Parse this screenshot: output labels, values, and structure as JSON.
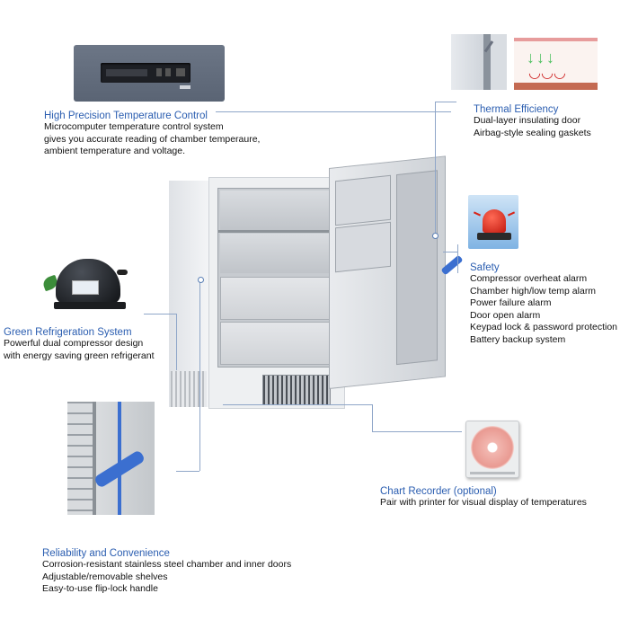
{
  "features": {
    "temp_control": {
      "title": "High Precision Temperature Control",
      "lines": [
        "Microcomputer temperature control system",
        "gives you accurate reading of chamber temperaure,",
        "ambient temperature and voltage."
      ]
    },
    "thermal": {
      "title": "Thermal Efficiency",
      "lines": [
        "Dual-layer insulating door",
        "Airbag-style sealing gaskets"
      ]
    },
    "safety": {
      "title": "Safety",
      "lines": [
        "Compressor overheat alarm",
        "Chamber high/low temp alarm",
        "Power failure alarm",
        "Door open alarm",
        "Keypad lock & password protection",
        "Battery backup system"
      ]
    },
    "refrigeration": {
      "title": "Green Refrigeration System",
      "lines": [
        "Powerful dual compressor design",
        "with energy saving green refrigerant"
      ]
    },
    "chart_recorder": {
      "title": "Chart Recorder (optional)",
      "lines": [
        "Pair with printer for visual display of temperatures"
      ]
    },
    "reliability": {
      "title": "Reliability and Convenience",
      "lines": [
        "Corrosion-resistant stainless steel chamber and inner doors",
        "Adjustable/removable shelves",
        "Easy-to-use flip-lock handle"
      ]
    }
  },
  "colors": {
    "title_blue": "#2a5db0",
    "connector": "#8fa6c8",
    "handle_blue": "#3b6fd0",
    "alarm_red": "#d82418"
  }
}
